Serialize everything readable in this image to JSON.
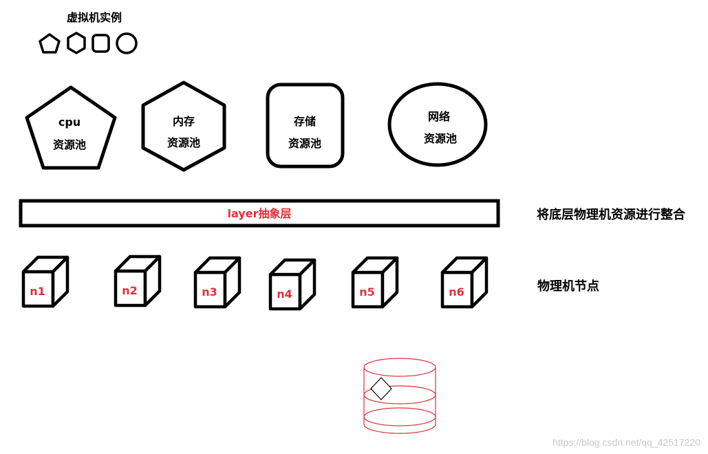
{
  "vm_title": "虚拟机实例",
  "pools": [
    {
      "shape": "pentagon",
      "line1": "cpu",
      "line2": "资源池"
    },
    {
      "shape": "hexagon",
      "line1": "内存",
      "line2": "资源池"
    },
    {
      "shape": "rounded-square",
      "line1": "存储",
      "line2": "资源池"
    },
    {
      "shape": "circle",
      "line1": "网络",
      "line2": "资源池"
    }
  ],
  "layer": {
    "label": "layer抽象层",
    "description": "将底层物理机资源进行整合"
  },
  "nodes": {
    "description": "物理机节点",
    "items": [
      "n1",
      "n2",
      "n3",
      "n4",
      "n5",
      "n6"
    ]
  },
  "watermark": "https://blog.csdn.net/qq_42517220",
  "colors": {
    "stroke": "#000000",
    "accent_red": "#e0303a",
    "watermark": "#c8c8c8",
    "background": "#ffffff"
  }
}
